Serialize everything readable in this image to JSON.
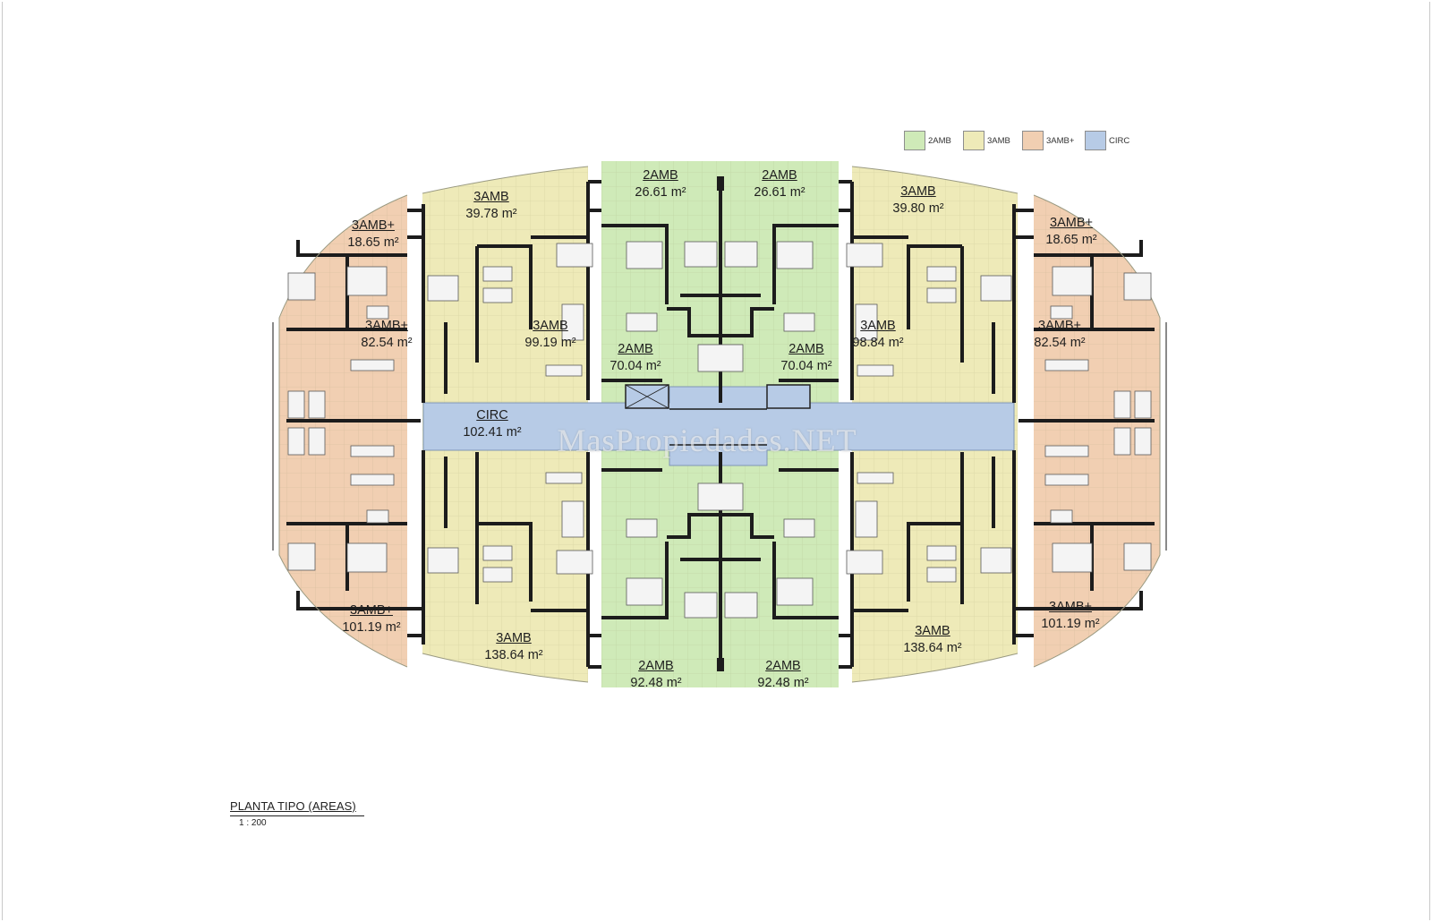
{
  "legend": [
    {
      "label": "2AMB",
      "color": "#cfeab8"
    },
    {
      "label": "3AMB",
      "color": "#eeeab8"
    },
    {
      "label": "3AMB+",
      "color": "#f1cfb2"
    },
    {
      "label": "CIRC",
      "color": "#b7cbe6"
    }
  ],
  "units": {
    "top_left_3ambplus_small": {
      "code": "3AMB+",
      "area": "18.65 m²"
    },
    "top_left_3amb_small": {
      "code": "3AMB",
      "area": "39.78 m²"
    },
    "top_center_left_2amb_small": {
      "code": "2AMB",
      "area": "26.61 m²"
    },
    "top_center_right_2amb_small": {
      "code": "2AMB",
      "area": "26.61 m²"
    },
    "top_right_3amb_small": {
      "code": "3AMB",
      "area": "39.80 m²"
    },
    "top_right_3ambplus_small": {
      "code": "3AMB+",
      "area": "18.65 m²"
    },
    "left_3ambplus_upper": {
      "code": "3AMB+",
      "area": "82.54 m²"
    },
    "left_3amb_upper": {
      "code": "3AMB",
      "area": "99.19 m²"
    },
    "center_left_2amb_upper": {
      "code": "2AMB",
      "area": "70.04 m²"
    },
    "center_right_2amb_upper": {
      "code": "2AMB",
      "area": "70.04 m²"
    },
    "right_3amb_upper": {
      "code": "3AMB",
      "area": "98.84 m²"
    },
    "right_3ambplus_upper": {
      "code": "3AMB+",
      "area": "82.54 m²"
    },
    "circulation": {
      "code": "CIRC",
      "area": "102.41 m²"
    },
    "bottom_left_3ambplus": {
      "code": "3AMB+",
      "area": "101.19 m²"
    },
    "bottom_left_3amb": {
      "code": "3AMB",
      "area": "138.64 m²"
    },
    "bottom_center_left_2amb": {
      "code": "2AMB",
      "area": "92.48 m²"
    },
    "bottom_center_right_2amb": {
      "code": "2AMB",
      "area": "92.48 m²"
    },
    "bottom_right_3amb": {
      "code": "3AMB",
      "area": "138.64 m²"
    },
    "bottom_right_3ambplus": {
      "code": "3AMB+",
      "area": "101.19 m²"
    }
  },
  "title": {
    "name": "PLANTA TIPO (AREAS)",
    "scale": "1 : 200"
  },
  "watermark": "MasPropiedades.NET",
  "colors": {
    "amb2": "#cfeab8",
    "amb3": "#eeeab8",
    "amb3plus": "#f1cfb2",
    "circ": "#b7cbe6",
    "wall": "#1c1c1c",
    "grid": "#d9d9b0"
  }
}
